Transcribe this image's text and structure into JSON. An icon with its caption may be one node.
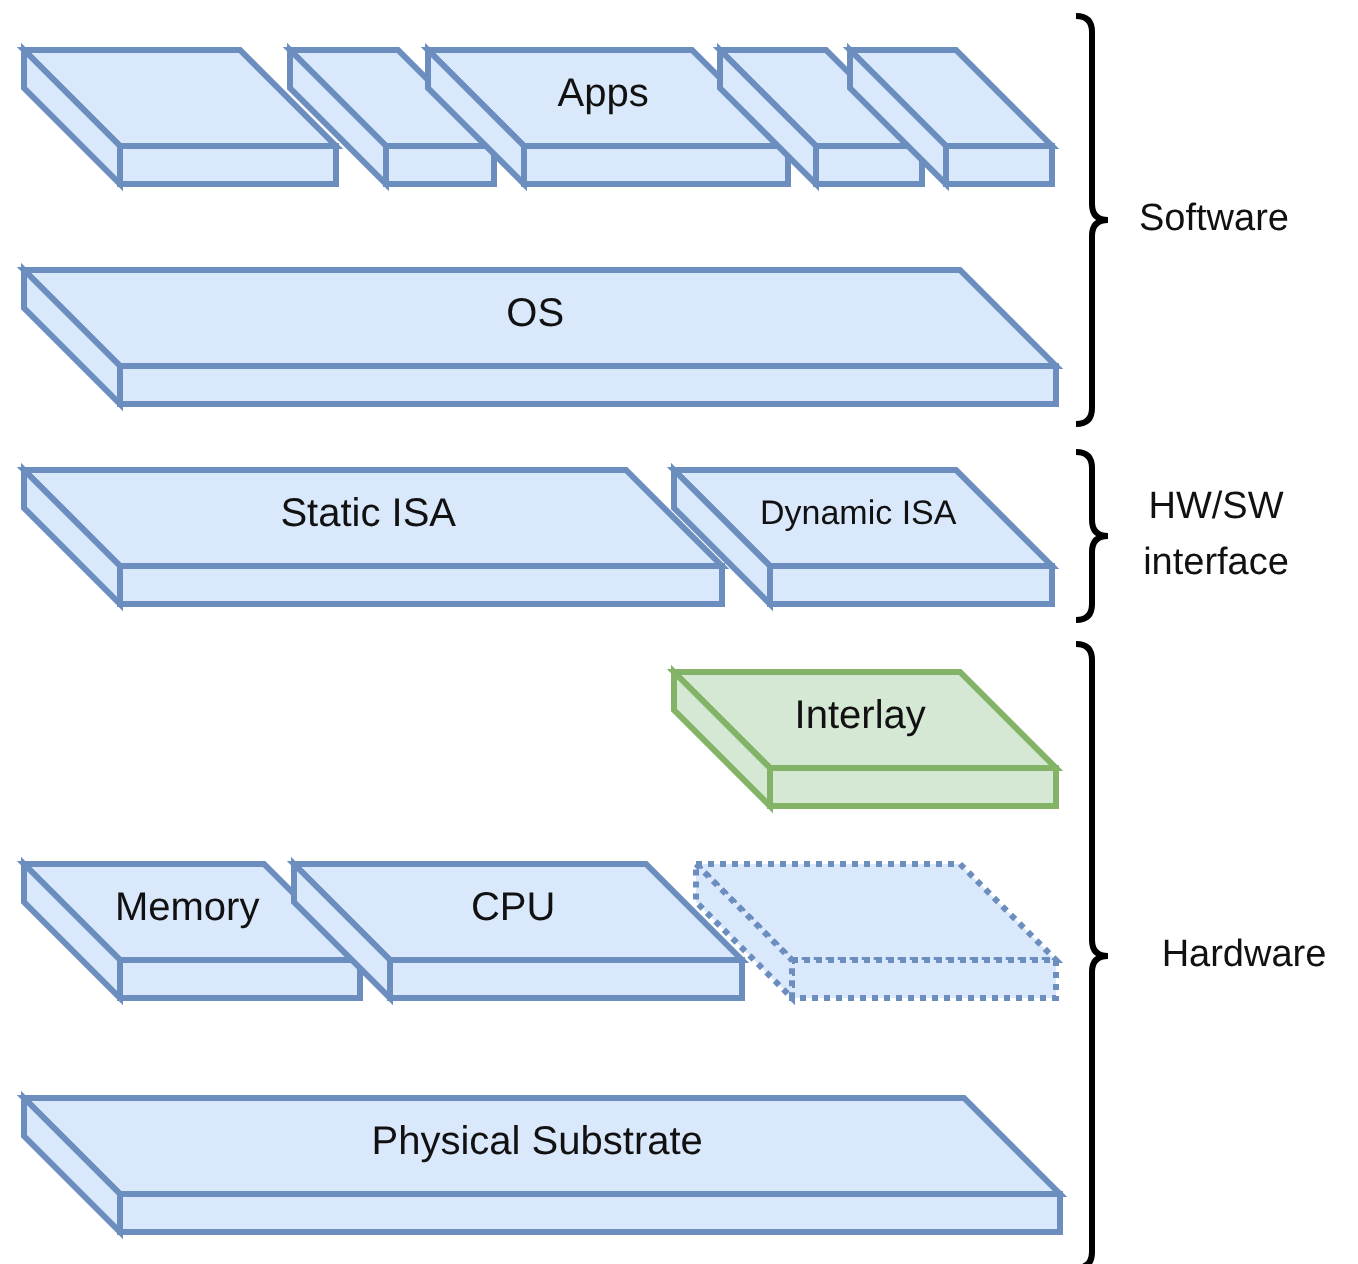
{
  "diagram": {
    "nodes": [
      {
        "text": [],
        "shape": "box"
      },
      {
        "text": [],
        "shape": "box"
      },
      {
        "text": [
          "Apps"
        ]
      },
      {
        "text": [],
        "shape": "box"
      },
      {
        "text": [],
        "shape": "box"
      },
      {
        "text": [
          "OS"
        ]
      },
      {
        "text": [
          "Static ISA"
        ]
      },
      {
        "text": [
          "Dynamic ISA"
        ]
      },
      {
        "text": [
          "Interlay"
        ]
      },
      {
        "text": [
          "Memory"
        ]
      },
      {
        "text": [
          "CPU"
        ]
      },
      {
        "text": [],
        "shape": "box"
      },
      {
        "text": [
          "Physical Substrate"
        ]
      }
    ],
    "labels": [
      "Software",
      "HW/SW interface",
      "Hardware"
    ]
  }
}
